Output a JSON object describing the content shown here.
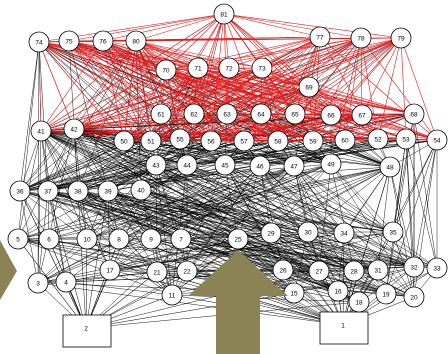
{
  "colors": {
    "background": "#ffffff",
    "edge_black": "#000000",
    "edge_red": "#e31a1c",
    "node_fill": "#ffffff",
    "node_stroke": "#000000",
    "arrow_fill": "#8b8255"
  },
  "graph": {
    "nodes": [
      {
        "id": "1",
        "label": "1",
        "shape": "box"
      },
      {
        "id": "2",
        "label": "2",
        "shape": "box"
      },
      {
        "id": "3",
        "label": "3"
      },
      {
        "id": "4",
        "label": "4"
      },
      {
        "id": "5",
        "label": "5"
      },
      {
        "id": "6",
        "label": "6"
      },
      {
        "id": "7",
        "label": "7"
      },
      {
        "id": "8",
        "label": "8"
      },
      {
        "id": "9",
        "label": "9"
      },
      {
        "id": "10",
        "label": "10"
      },
      {
        "id": "11",
        "label": "11"
      },
      {
        "id": "15",
        "label": "15"
      },
      {
        "id": "16",
        "label": "16"
      },
      {
        "id": "17",
        "label": "17"
      },
      {
        "id": "18",
        "label": "18"
      },
      {
        "id": "19",
        "label": "19"
      },
      {
        "id": "20",
        "label": "20"
      },
      {
        "id": "21",
        "label": "21"
      },
      {
        "id": "22",
        "label": "22"
      },
      {
        "id": "25",
        "label": "25"
      },
      {
        "id": "26",
        "label": "26"
      },
      {
        "id": "27",
        "label": "27"
      },
      {
        "id": "28",
        "label": "28"
      },
      {
        "id": "29",
        "label": "29"
      },
      {
        "id": "30",
        "label": "30"
      },
      {
        "id": "31",
        "label": "31"
      },
      {
        "id": "32",
        "label": "32"
      },
      {
        "id": "33",
        "label": "33"
      },
      {
        "id": "34",
        "label": "34"
      },
      {
        "id": "35",
        "label": "35"
      },
      {
        "id": "36",
        "label": "36"
      },
      {
        "id": "37",
        "label": "37"
      },
      {
        "id": "38",
        "label": "38"
      },
      {
        "id": "39",
        "label": "39"
      },
      {
        "id": "40",
        "label": "40"
      },
      {
        "id": "41",
        "label": "41"
      },
      {
        "id": "42",
        "label": "42"
      },
      {
        "id": "43",
        "label": "43"
      },
      {
        "id": "44",
        "label": "44"
      },
      {
        "id": "45",
        "label": "45"
      },
      {
        "id": "46",
        "label": "46"
      },
      {
        "id": "47",
        "label": "47"
      },
      {
        "id": "48",
        "label": "48"
      },
      {
        "id": "49",
        "label": "49"
      },
      {
        "id": "50",
        "label": "50"
      },
      {
        "id": "51",
        "label": "51"
      },
      {
        "id": "52",
        "label": "52"
      },
      {
        "id": "53",
        "label": "53"
      },
      {
        "id": "54",
        "label": "54"
      },
      {
        "id": "55",
        "label": "55"
      },
      {
        "id": "56",
        "label": "56"
      },
      {
        "id": "57",
        "label": "57"
      },
      {
        "id": "58",
        "label": "58"
      },
      {
        "id": "59",
        "label": "59"
      },
      {
        "id": "60",
        "label": "60"
      },
      {
        "id": "61",
        "label": "61"
      },
      {
        "id": "62",
        "label": "62"
      },
      {
        "id": "63",
        "label": "63"
      },
      {
        "id": "64",
        "label": "64"
      },
      {
        "id": "65",
        "label": "65"
      },
      {
        "id": "66",
        "label": "66"
      },
      {
        "id": "67",
        "label": "67"
      },
      {
        "id": "68",
        "label": "68"
      },
      {
        "id": "69",
        "label": "69"
      },
      {
        "id": "70",
        "label": "70"
      },
      {
        "id": "71",
        "label": "71"
      },
      {
        "id": "72",
        "label": "72"
      },
      {
        "id": "73",
        "label": "73"
      },
      {
        "id": "74",
        "label": "74"
      },
      {
        "id": "75",
        "label": "75"
      },
      {
        "id": "76",
        "label": "76"
      },
      {
        "id": "77",
        "label": "77"
      },
      {
        "id": "78",
        "label": "78"
      },
      {
        "id": "79",
        "label": "79"
      },
      {
        "id": "80",
        "label": "80"
      },
      {
        "id": "81",
        "label": "81"
      }
    ],
    "arrows": [
      {
        "id": "left-arrow",
        "direction": "right"
      },
      {
        "id": "center-arrow",
        "direction": "up"
      }
    ]
  }
}
